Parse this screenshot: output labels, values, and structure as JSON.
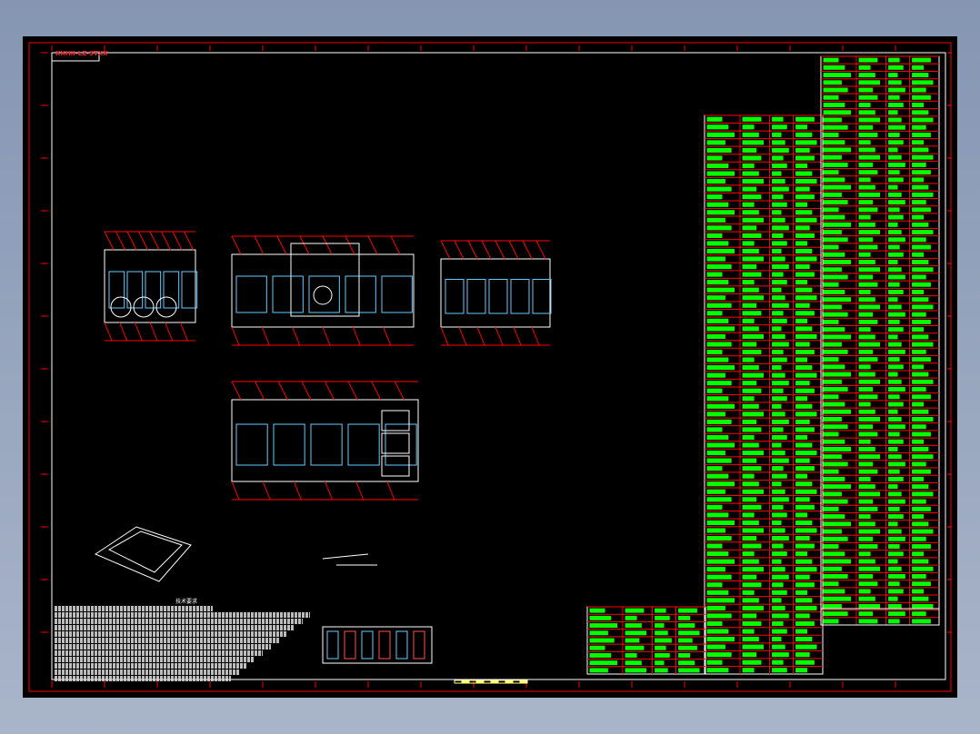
{
  "drawing": {
    "tag_label": "XXHII-LZ-3TXX",
    "notes_title": "技术要求",
    "notes_line_count": 12,
    "colors": {
      "background": "#000000",
      "frame": "#ff0000",
      "table_text": "#00ff00",
      "geometry": "#ffffff"
    },
    "tables": [
      {
        "name": "parts-list-main",
        "rows": 72
      },
      {
        "name": "parts-list-right",
        "rows": 76
      },
      {
        "name": "parts-list-bottom",
        "rows": 9
      }
    ]
  }
}
